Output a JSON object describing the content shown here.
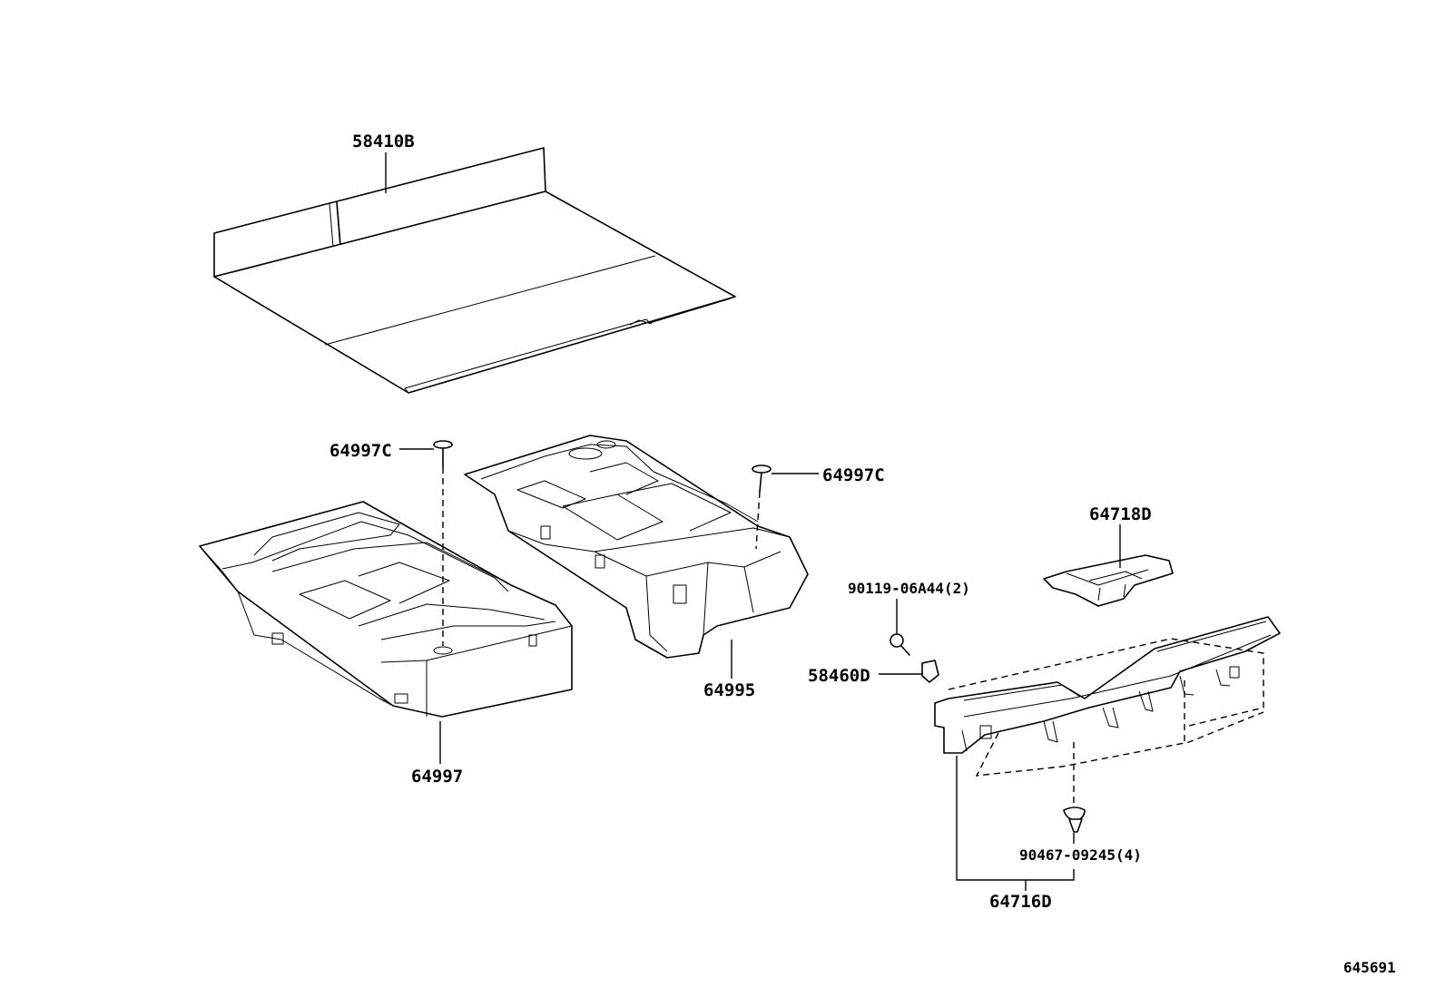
{
  "diagram_id": "645691",
  "parts": [
    {
      "key": "cover",
      "number": "58410B"
    },
    {
      "key": "screw_left",
      "number": "64997C"
    },
    {
      "key": "screw_right",
      "number": "64997C"
    },
    {
      "key": "tray_left",
      "number": "64997"
    },
    {
      "key": "tray_center",
      "number": "64995"
    },
    {
      "key": "cap",
      "number": "64718D"
    },
    {
      "key": "bolt",
      "number": "90119-06A44(2)"
    },
    {
      "key": "clip",
      "number": "58460D"
    },
    {
      "key": "rivet",
      "number": "90467-09245(4)"
    },
    {
      "key": "scuff_plate",
      "number": "64716D"
    }
  ]
}
